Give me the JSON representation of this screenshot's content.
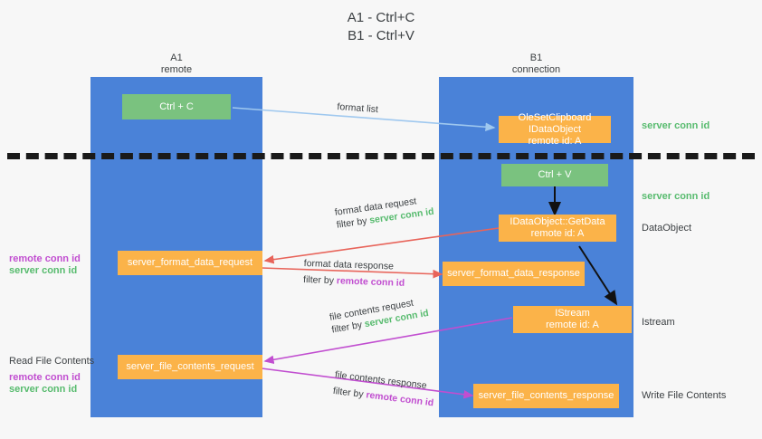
{
  "title": {
    "line1": "A1 - Ctrl+C",
    "line2": "B1 - Ctrl+V"
  },
  "columns": [
    {
      "name": "A1",
      "sub": "remote"
    },
    {
      "name": "B1",
      "sub": "connection"
    }
  ],
  "boxes": {
    "ctrl_c": "Ctrl + C",
    "ctrl_v": "Ctrl + V",
    "set_dataobject_line1": "OleSetClipboard IDataObject",
    "set_dataobject_line2": "remote id: A",
    "getdata_line1": "IDataObject::GetData",
    "getdata_line2": "remote id: A",
    "istream_line1": "IStream",
    "istream_line2": "remote id: A",
    "server_format_data_request": "server_format_data_request",
    "server_format_data_response": "server_format_data_response",
    "server_file_contents_request": "server_file_contents_request",
    "server_file_contents_response": "server_file_contents_response"
  },
  "right_notes": {
    "server_conn_id_top": "server conn id",
    "server_conn_id_mid": "server conn id",
    "dataobject": "DataObject",
    "istream": "Istream",
    "write_file_contents": "Write File Contents"
  },
  "left_notes": {
    "remote_conn_id_1": "remote conn id",
    "server_conn_id_1": "server conn id",
    "read_file_contents": "Read File Contents",
    "remote_conn_id_2": "remote conn id",
    "server_conn_id_2": "server conn id"
  },
  "edges": [
    {
      "id": "format-list",
      "label": "format list",
      "color": "#9fc8ef"
    },
    {
      "id": "format-data-request",
      "label_line1": "format data request",
      "label_line2_prefix": "filter by ",
      "label_line2_value": "server conn id",
      "label_line2_value_color": "green",
      "color": "#e8645a"
    },
    {
      "id": "format-data-response",
      "label_line1": "format data response",
      "label_line2_prefix": "filter by ",
      "label_line2_value": "remote conn id",
      "label_line2_value_color": "purple",
      "color": "#e8645a"
    },
    {
      "id": "file-contents-request",
      "label_line1": "file contents request",
      "label_line2_prefix": "filter by ",
      "label_line2_value": "server conn id",
      "label_line2_value_color": "green",
      "color": "#c14ed0"
    },
    {
      "id": "file-contents-response",
      "label_line1": "file contents response",
      "label_line2_prefix": "filter by ",
      "label_line2_value": "remote conn id",
      "label_line2_value_color": "purple",
      "color": "#c14ed0"
    }
  ],
  "colors": {
    "lane": "#4a82d8",
    "green_box": "#7ac27f",
    "orange_box": "#fbb349",
    "green_text": "#57bb6e",
    "purple_text": "#c14ed0",
    "red_arrow": "#e8645a",
    "purple_arrow": "#c14ed0",
    "blue_arrow": "#9fc8ef",
    "black_arrow": "#000000",
    "background": "#f7f7f7"
  }
}
